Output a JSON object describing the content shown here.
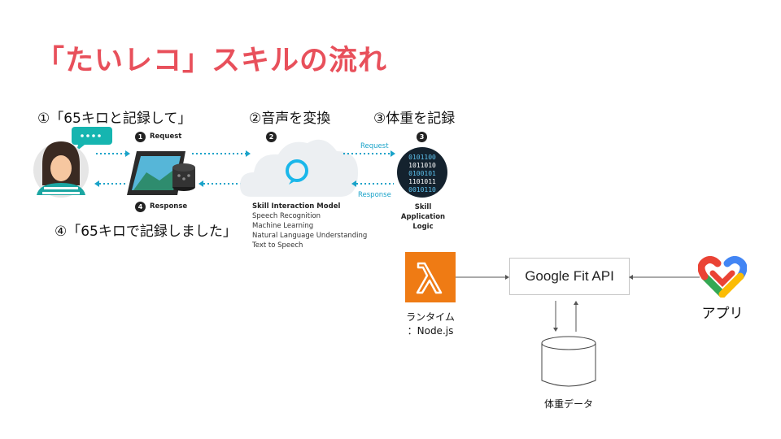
{
  "title": "「たいレコ」スキルの流れ",
  "steps": {
    "s1": "①「65キロと記録して」",
    "s2": "②音声を変換",
    "s3": "③体重を記録",
    "s4": "④「65キロで記録しました」"
  },
  "alexa_diagram": {
    "badges": [
      "1",
      "2",
      "3",
      "4"
    ],
    "request_left": "Request",
    "response_left": "Response",
    "request_right": "Request",
    "response_right": "Response",
    "model_title": "Skill Interaction Model",
    "model_items": [
      "Speech Recognition",
      "Machine Learning",
      "Natural Language Understanding",
      "Text to Speech"
    ],
    "skill_logic": [
      "Skill",
      "Application",
      "Logic"
    ]
  },
  "architecture": {
    "google_fit_api": "Google Fit API",
    "runtime_line1": "ランタイム",
    "runtime_line2": "：Node.js",
    "app_label": "アプリ",
    "db_label": "体重データ"
  },
  "icons": [
    "user-avatar-icon",
    "speech-bubble-icon",
    "tablet-echo-icon",
    "alexa-cloud-icon",
    "binary-code-icon",
    "aws-lambda-icon",
    "google-fit-icon",
    "database-icon"
  ],
  "colors": {
    "title": "#e8505b",
    "flow_teal": "#1aa3c9",
    "lambda_orange": "#ef7b14",
    "alexa_ring": "#1ab7ea"
  }
}
